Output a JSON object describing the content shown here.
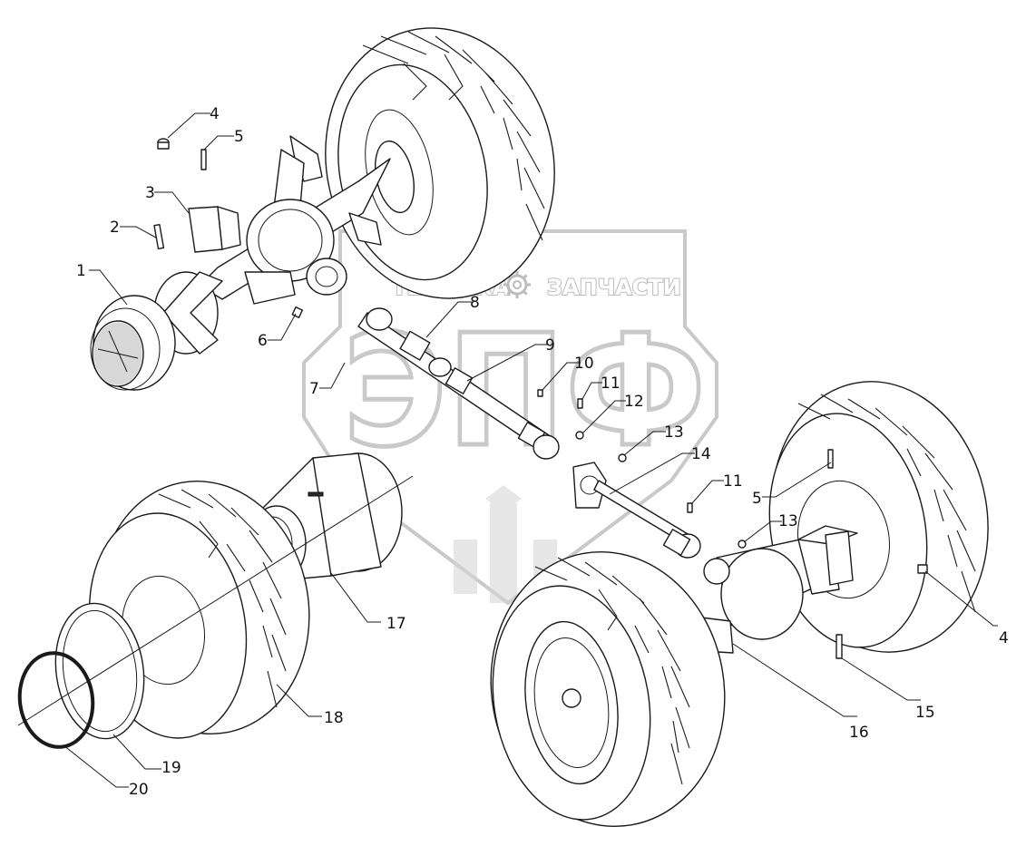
{
  "watermark": {
    "left_word": "ТЕХНИКА",
    "right_word": "ЗАПЧАСТИ",
    "monogram": "ЭПФ",
    "icon": "gear-icon"
  },
  "callouts": [
    {
      "id": "c1",
      "label": "1"
    },
    {
      "id": "c2",
      "label": "2"
    },
    {
      "id": "c3",
      "label": "3"
    },
    {
      "id": "c4a",
      "label": "4"
    },
    {
      "id": "c5a",
      "label": "5"
    },
    {
      "id": "c6",
      "label": "6"
    },
    {
      "id": "c7",
      "label": "7"
    },
    {
      "id": "c8",
      "label": "8"
    },
    {
      "id": "c9",
      "label": "9"
    },
    {
      "id": "c10",
      "label": "10"
    },
    {
      "id": "c11a",
      "label": "11"
    },
    {
      "id": "c12",
      "label": "12"
    },
    {
      "id": "c13a",
      "label": "13"
    },
    {
      "id": "c14",
      "label": "14"
    },
    {
      "id": "c11b",
      "label": "11"
    },
    {
      "id": "c5b",
      "label": "5"
    },
    {
      "id": "c13b",
      "label": "13"
    },
    {
      "id": "c4b",
      "label": "4"
    },
    {
      "id": "c15",
      "label": "15"
    },
    {
      "id": "c16",
      "label": "16"
    },
    {
      "id": "c17",
      "label": "17"
    },
    {
      "id": "c18",
      "label": "18"
    },
    {
      "id": "c19",
      "label": "19"
    },
    {
      "id": "c20",
      "label": "20"
    }
  ]
}
